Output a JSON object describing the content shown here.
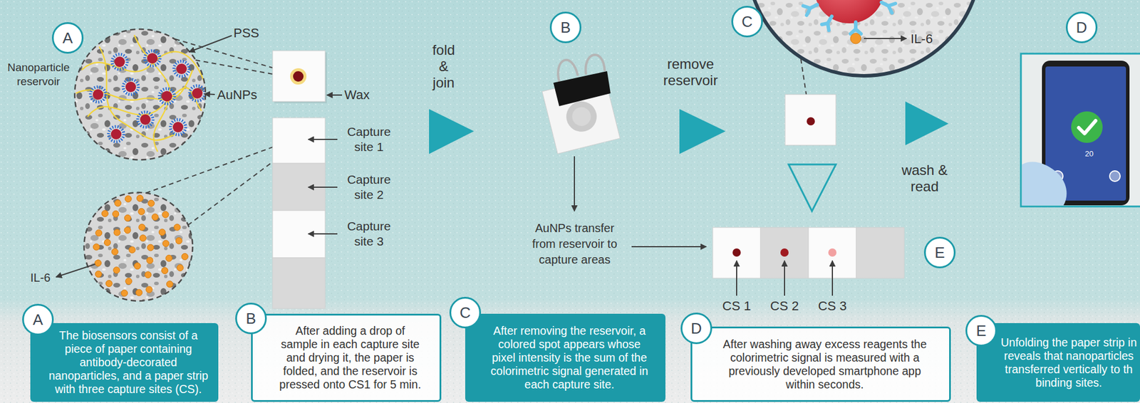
{
  "diagram": {
    "nodes": [
      {
        "text": [
          "A"
        ]
      },
      {
        "text": [
          "B"
        ]
      },
      {
        "text": [
          "C"
        ]
      },
      {
        "text": [
          "D"
        ]
      },
      {
        "text": [
          "E"
        ]
      },
      {
        "text": [
          "A"
        ]
      },
      {
        "text": [
          "The biosensors consist of a piece of paper containing antibody-decorated nanoparticles, and a paper strip with three capture sites (CS)."
        ]
      },
      {
        "text": [
          "B"
        ]
      },
      {
        "text": [
          "After adding a drop of sample in each capture site and drying it, the paper is folded, and the reservoir is pressed onto CS1 for 5 min."
        ]
      },
      {
        "text": [
          "C"
        ]
      },
      {
        "text": [
          "After removing the reservoir, a colored spot appears whose pixel intensity is the sum of the colorimetric signal generated in each capture site."
        ]
      },
      {
        "text": [
          "D"
        ]
      },
      {
        "text": [
          "After washing away excess reagents the colorimetric signal is measured with a previously developed smartphone app within seconds."
        ]
      },
      {
        "text": [
          "E"
        ]
      },
      {
        "text": [
          "Unfolding the paper strip in reveals that nanoparticles transferred vertically to th binding sites."
        ]
      }
    ],
    "labels": [
      "Nanoparticle reservoir",
      "PSS",
      "AuNPs",
      "Wax",
      "Capture site 1",
      "Capture site 2",
      "Capture site 3",
      "IL-6",
      "fold & join",
      "AuNPs transfer from reservoir to capture areas",
      "remove reservoir",
      "IL-6",
      "wash & read",
      "CS 1",
      "CS 2",
      "CS 3",
      "20"
    ]
  }
}
